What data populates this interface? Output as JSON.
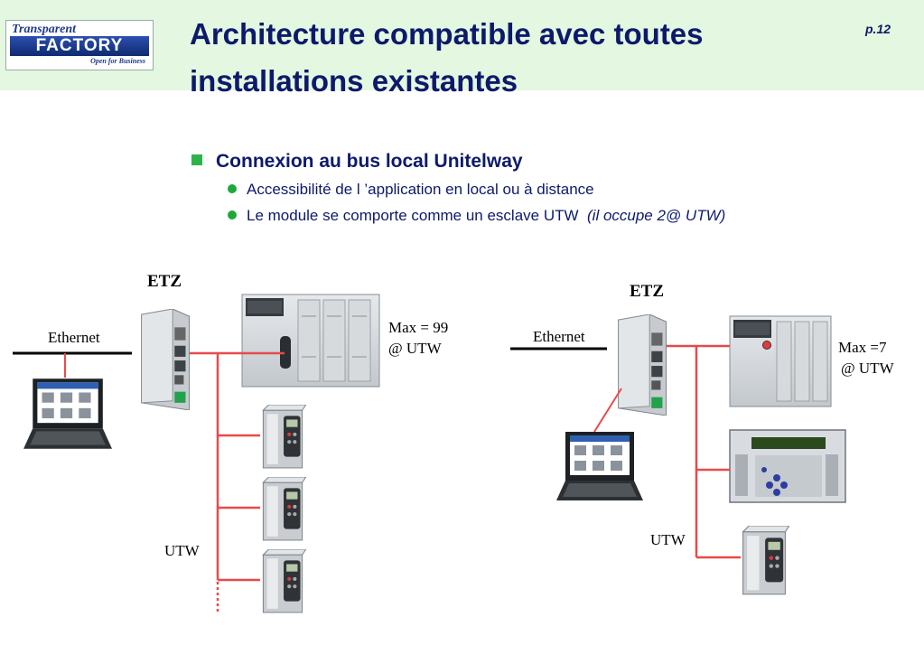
{
  "logo": {
    "line1": "Transparent",
    "line2": "FACTORY",
    "line3": "Open for Business"
  },
  "header": {
    "title": "Architecture compatible avec toutes installations existantes",
    "page": "p.12"
  },
  "content": {
    "bullet": "Connexion au bus local Unitelway",
    "sub1": "Accessibilité de l ’application en local ou à distance",
    "sub2_main": "Le module se comporte comme un esclave UTW",
    "sub2_italic": "(il occupe 2@ UTW)"
  },
  "left_diagram": {
    "etz": "ETZ",
    "ethernet": "Ethernet",
    "max_line1": "Max = 99",
    "max_line2": "@ UTW",
    "utw": "UTW"
  },
  "right_diagram": {
    "etz": "ETZ",
    "ethernet": "Ethernet",
    "max_line1": "Max =7",
    "max_line2": "@ UTW",
    "utw": "UTW"
  },
  "colors": {
    "title": "#0d1a6b",
    "header_band": "#e4f7e0",
    "bullet_green": "#2db34a",
    "bus_red": "#e84a4a"
  }
}
